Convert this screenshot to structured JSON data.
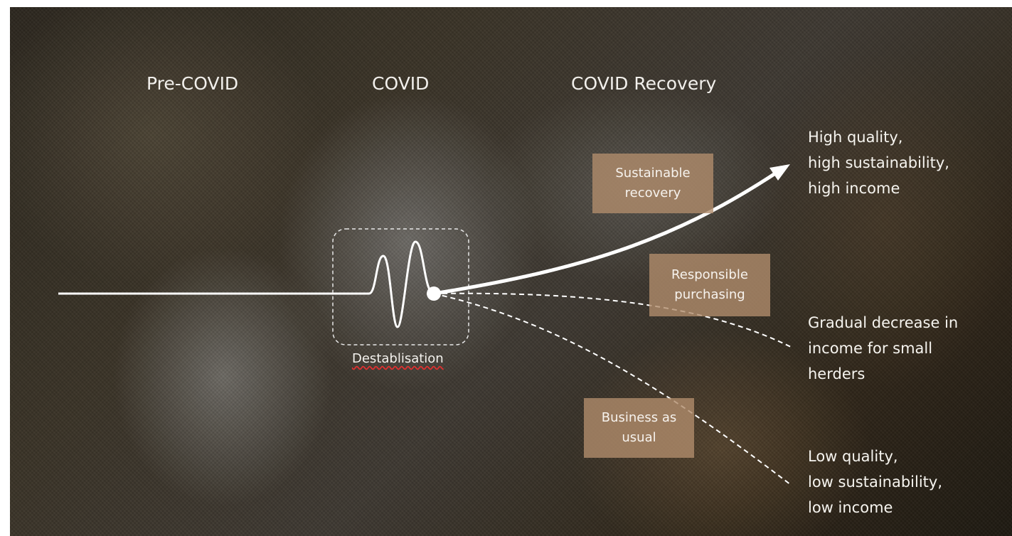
{
  "phases": {
    "pre_covid": "Pre-COVID",
    "covid": "COVID",
    "recovery": "COVID Recovery"
  },
  "destabilisation_label": "Destablisation",
  "scenarios": {
    "sustainable": "Sustainable recovery",
    "sustainable_lines": [
      "Sustainable",
      "recovery"
    ],
    "responsible": "Responsible purchasing",
    "responsible_lines": [
      "Responsible",
      "purchasing"
    ],
    "business": "Business as usual",
    "business_lines": [
      "Business as",
      "usual"
    ]
  },
  "outcomes": {
    "high": [
      "High quality,",
      "high sustainability,",
      "high income"
    ],
    "gradual": [
      "Gradual decrease in",
      "income for small",
      "herders"
    ],
    "low": [
      "Low quality,",
      "low sustainability,",
      "low income"
    ]
  },
  "colors": {
    "line": "#ffffff",
    "tag_fill": "#b08c6c",
    "spellcheck_underline": "#e03030"
  }
}
